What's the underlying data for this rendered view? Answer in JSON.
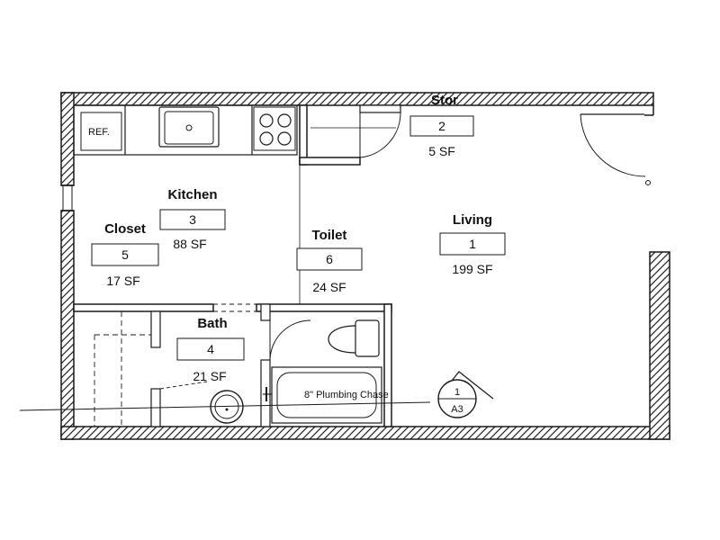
{
  "rooms": [
    {
      "id": "living",
      "name": "Living",
      "number": "1",
      "area": "199 SF"
    },
    {
      "id": "stor",
      "name": "Stor",
      "number": "2",
      "area": "5 SF"
    },
    {
      "id": "kitchen",
      "name": "Kitchen",
      "number": "3",
      "area": "88 SF"
    },
    {
      "id": "bath",
      "name": "Bath",
      "number": "4",
      "area": "21 SF"
    },
    {
      "id": "closet",
      "name": "Closet",
      "number": "5",
      "area": "17 SF"
    },
    {
      "id": "toilet",
      "name": "Toilet",
      "number": "6",
      "area": "24 SF"
    }
  ],
  "fixtures": {
    "refrigerator": "REF.",
    "plumbing_chase": "8\" Plumbing Chase"
  },
  "section_marker": {
    "number": "1",
    "sheet": "A3"
  },
  "colors": {
    "line": "#1a1a1a",
    "background": "#ffffff"
  }
}
